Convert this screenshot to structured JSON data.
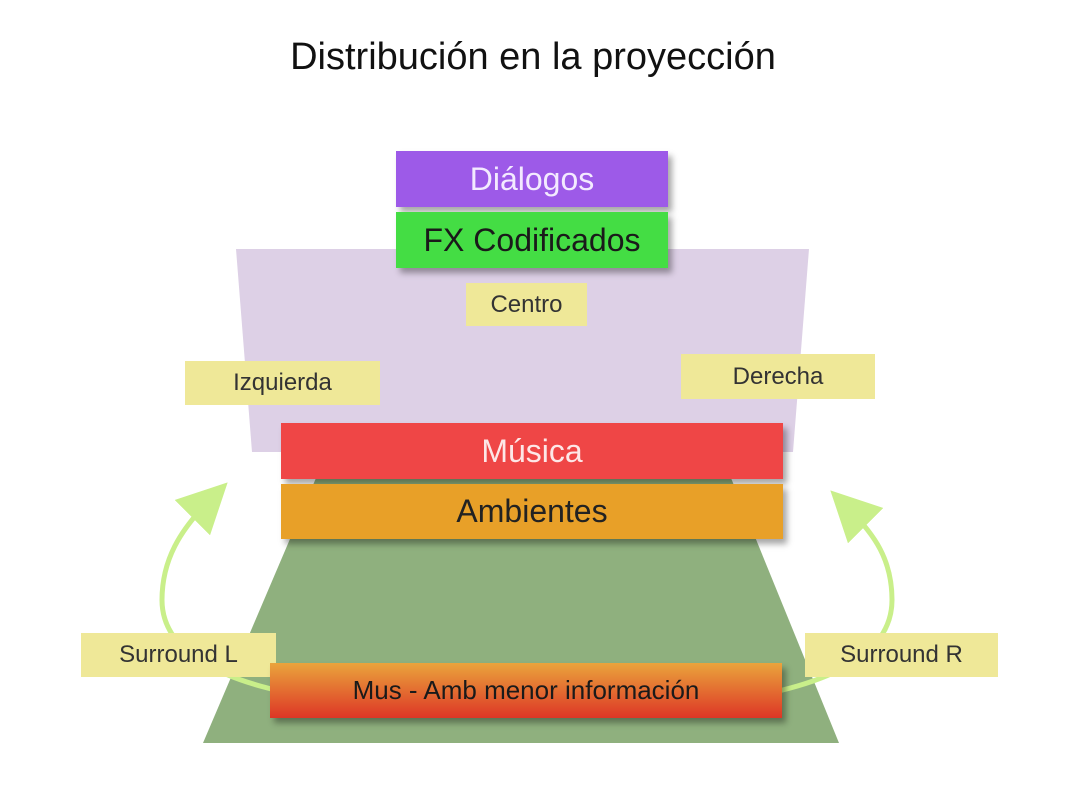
{
  "title": "Distribución en la proyección",
  "layers": {
    "dialogos": "Diálogos",
    "fx": "FX Codificados",
    "musica": "Música",
    "ambientes": "Ambientes",
    "surround_info": "Mus - Amb menor información"
  },
  "channels": {
    "centro": "Centro",
    "izquierda": "Izquierda",
    "derecha": "Derecha",
    "surround_l": "Surround L",
    "surround_r": "Surround R"
  },
  "colors": {
    "screen": "#ddd0e6",
    "room": "#8fb07e",
    "dialogos": "#9d5ae8",
    "fx": "#44dd44",
    "musica": "#ef4646",
    "ambientes": "#e8a028",
    "surround_top": "#e9a23a",
    "surround_bottom": "#df3a2a",
    "label": "#efe898",
    "arrow": "#c9ef8a"
  }
}
